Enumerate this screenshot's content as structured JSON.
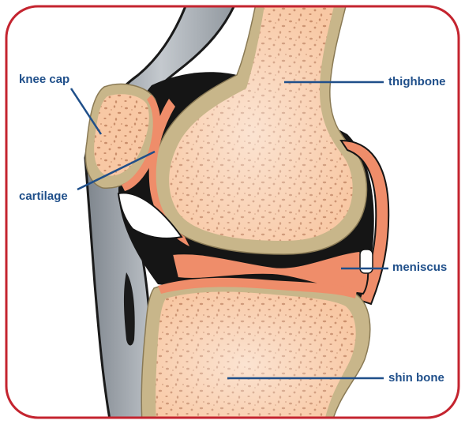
{
  "labels": {
    "knee_cap": "knee cap",
    "cartilage": "cartilage",
    "thighbone": "thighbone",
    "meniscus": "meniscus",
    "shin_bone": "shin bone"
  },
  "colors": {
    "frame": "#c4242f",
    "label_text": "#1f4f8a",
    "leader_line": "#1f4f8a",
    "bone_outer": "#c8b68a",
    "bone_marrow": "#f8c8a4",
    "cartilage": "#ef8d6a",
    "soft_tissue": "#9ea4ab",
    "joint_space": "#151515"
  }
}
